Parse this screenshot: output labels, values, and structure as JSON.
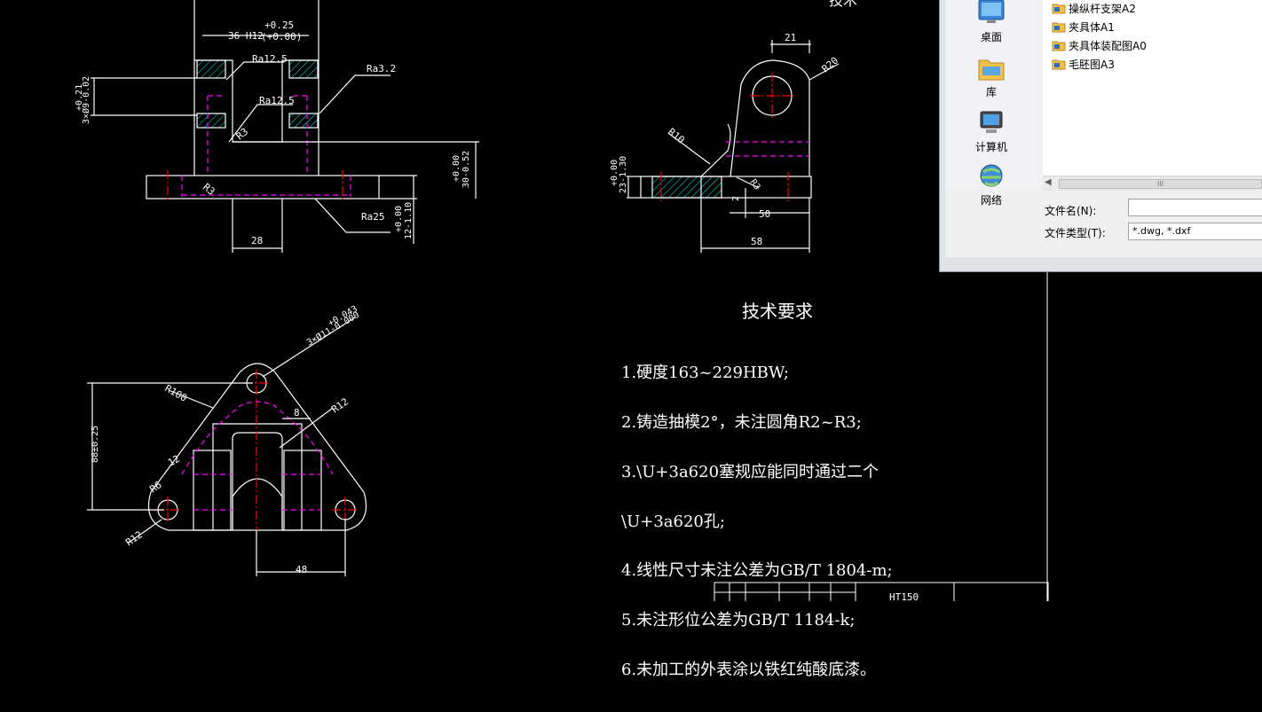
{
  "drawing": {
    "top_view": {
      "fit_label": "36 H12",
      "fit_tol_upper": "+0.25",
      "fit_tol_lower": "(+0.00)",
      "rough_ra12_5_a": "Ra12.5",
      "rough_ra3_2": "Ra3.2",
      "rough_ra12_5_b": "Ra12.5",
      "r3_a": "R3",
      "r3_b": "R3",
      "rough_ra25": "Ra25",
      "dim_28": "28",
      "hole_tol_upper": "+0.21",
      "hole_tol_lower": "3×Ø9-0.02",
      "dim_30_upper": "+0.00",
      "dim_30_lower": "30-0.52",
      "dim_12_upper": "+0.00",
      "dim_12_lower": "12-1.10"
    },
    "side_view": {
      "dim_21": "21",
      "r20": "R20",
      "r10": "R10",
      "dim_left_upper": "+0.00",
      "dim_left_lower": "23-1.30",
      "r3": "R3",
      "dim_2": "2",
      "dim_50": "50",
      "dim_58": "58"
    },
    "bottom_view": {
      "hole_tol_upper": "+0.043",
      "hole_tol_lower": "3×Ø11-0.000",
      "r100": "R100",
      "dim_vertical": "88±0.25",
      "dim_8": "8",
      "r12_a": "R12",
      "dim_12": "12",
      "r6": "R6",
      "r12_b": "R12",
      "dim_48": "48"
    },
    "title_block": {
      "material": "HT150"
    },
    "partial_top_text": "技术"
  },
  "tech_requirements": {
    "title": "技术要求",
    "lines": [
      "1.硬度163~229HBW;",
      "2.铸造抽模2°，未注圆角R2~R3;",
      "3.\\U+3a620塞规应能同时通过二个",
      "\\U+3a620孔;",
      "4.线性尺寸未注公差为GB/T 1804-m;",
      "5.未注形位公差为GB/T 1184-k;",
      "6.未加工的外表涂以铁红纯酸底漆。"
    ]
  },
  "file_dialog": {
    "places": [
      {
        "label": "桌面",
        "icon": "desktop-icon"
      },
      {
        "label": "库",
        "icon": "library-icon"
      },
      {
        "label": "计算机",
        "icon": "computer-icon"
      },
      {
        "label": "网络",
        "icon": "network-icon"
      }
    ],
    "files": [
      {
        "name": "操纵杆支架A2",
        "icon": "dwg-file-icon"
      },
      {
        "name": "夹具体A1",
        "icon": "dwg-file-icon"
      },
      {
        "name": "夹具体装配图A0",
        "icon": "dwg-file-icon"
      },
      {
        "name": "毛胚图A3",
        "icon": "dwg-file-icon"
      }
    ],
    "filename_label": "文件名(N):",
    "filename_value": "",
    "filetype_label": "文件类型(T):",
    "filetype_value": "*.dwg, *.dxf",
    "scroll_thumb_grip": "III"
  },
  "colors": {
    "background": "#000000",
    "outline": "#ffffff",
    "hidden_line": "#ff00ff",
    "center_line": "#ff0000",
    "hatch": "#00ffff"
  }
}
